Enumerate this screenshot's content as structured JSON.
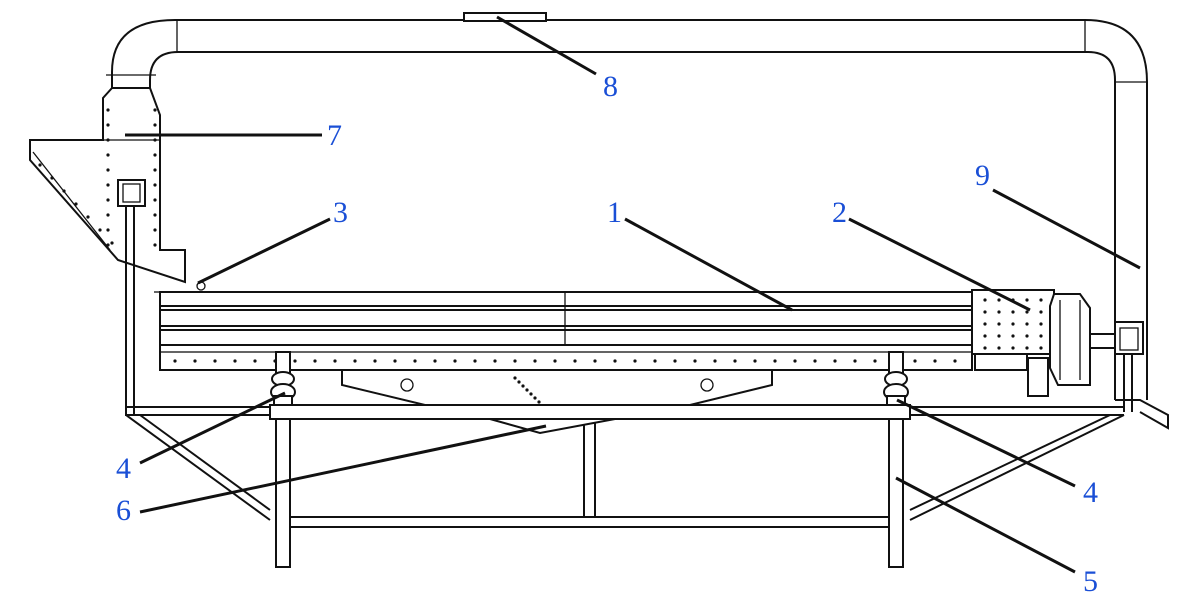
{
  "colors": {
    "callout": "#1a4fd6",
    "drawing": "#111111",
    "background": "#ffffff"
  },
  "callouts": [
    {
      "id": "c1",
      "text": "1"
    },
    {
      "id": "c2",
      "text": "2"
    },
    {
      "id": "c3",
      "text": "3"
    },
    {
      "id": "c4a",
      "text": "4"
    },
    {
      "id": "c4b",
      "text": "4"
    },
    {
      "id": "c5",
      "text": "5"
    },
    {
      "id": "c6",
      "text": "6"
    },
    {
      "id": "c7",
      "text": "7"
    },
    {
      "id": "c8",
      "text": "8"
    },
    {
      "id": "c9",
      "text": "9"
    }
  ]
}
